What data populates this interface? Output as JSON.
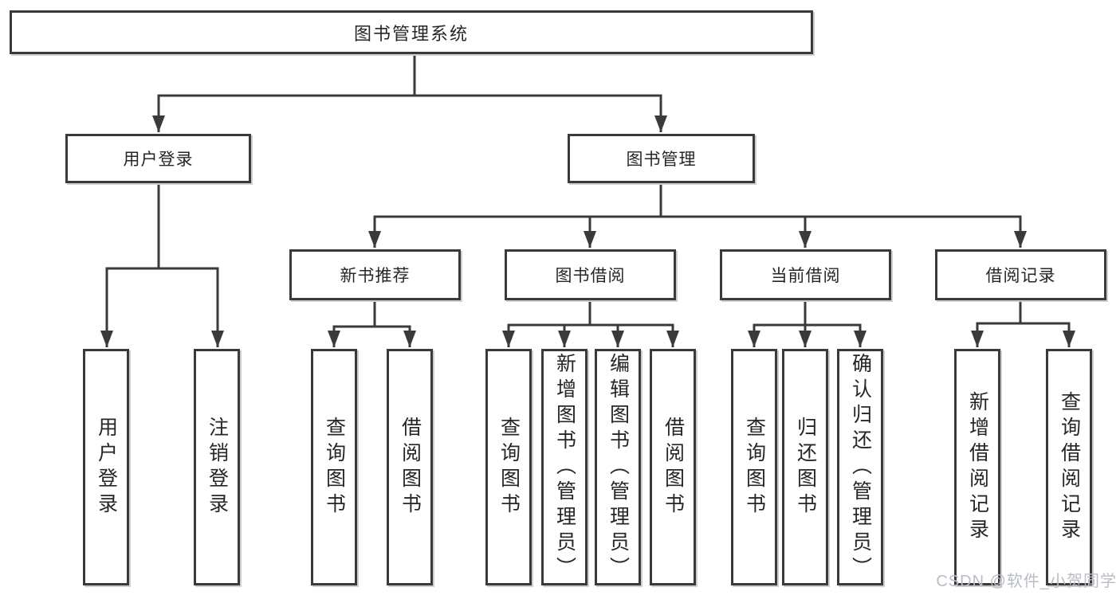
{
  "diagram": {
    "root": "图书管理系统",
    "level2": [
      "用户登录",
      "图书管理"
    ],
    "level3": [
      "新书推荐",
      "图书借阅",
      "当前借阅",
      "借阅记录"
    ],
    "leaves": [
      "用户登录",
      "注销登录",
      "查询图书",
      "借阅图书",
      "查询图书",
      "新增图书（管理员）",
      "编辑图书（管理员）",
      "借阅图书",
      "查询图书",
      "归还图书",
      "确认归还（管理员）",
      "新增借阅记录",
      "查询借阅记录"
    ]
  },
  "watermark": "CSDN @软件_小贺同学",
  "colors": {
    "line": "#3a3a3a",
    "text": "#262626",
    "watermark": "#b9bdc4",
    "background": "#ffffff"
  }
}
